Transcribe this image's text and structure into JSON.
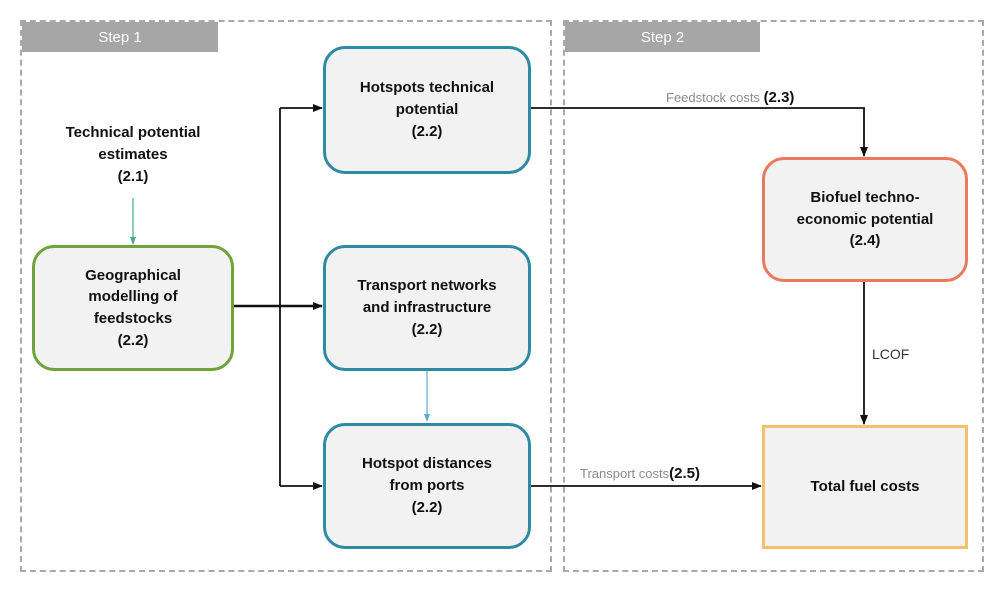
{
  "steps": {
    "step1": "Step 1",
    "step2": "Step 2"
  },
  "nodes": {
    "technical_potential": {
      "line1": "Technical potential",
      "line2": "estimates",
      "ref": "(2.1)"
    },
    "geo_modelling": {
      "line1": "Geographical",
      "line2": "modelling of",
      "line3": "feedstocks",
      "ref": "(2.2)"
    },
    "hotspots_potential": {
      "line1": "Hotspots technical",
      "line2": "potential",
      "ref": "(2.2)"
    },
    "transport_networks": {
      "line1": "Transport networks",
      "line2": "and infrastructure",
      "ref": "(2.2)"
    },
    "hotspot_distances": {
      "line1": "Hotspot distances",
      "line2": "from ports",
      "ref": "(2.2)"
    },
    "biofuel_potential": {
      "line1": "Biofuel techno-",
      "line2": "economic potential",
      "ref": "(2.4)"
    },
    "total_fuel_costs": {
      "line1": "Total fuel costs"
    }
  },
  "edges": {
    "feedstock_costs": {
      "text": "Feedstock costs",
      "ref": "(2.3)"
    },
    "lcof": {
      "text": "LCOF"
    },
    "transport_costs": {
      "text": "Transport costs",
      "ref": "(2.5)"
    }
  },
  "colors": {
    "blue_border": "#2f8aa3",
    "green_border": "#70a43b",
    "orange_border": "#e97a5c",
    "yellow_border": "#f4c06a",
    "thin_arrow_green": "#3fae8a",
    "thin_arrow_blue": "#5aaecb",
    "step_tab": "#a6a6a6",
    "frame_dash": "#a9a9a9"
  }
}
